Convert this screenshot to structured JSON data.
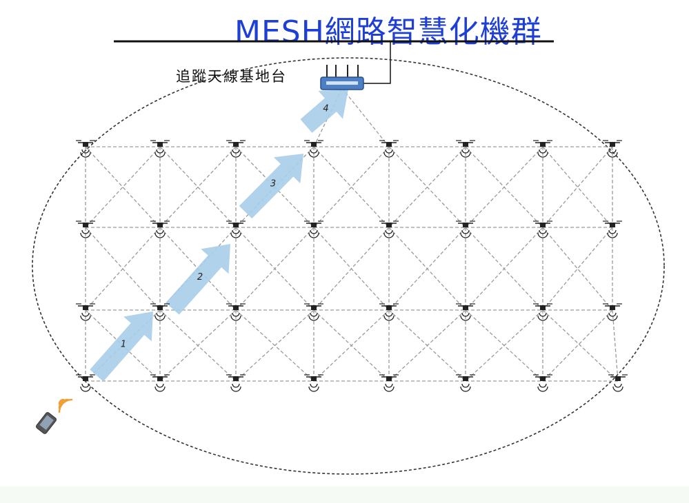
{
  "title": "MESH網路智慧化機群",
  "station_label": "追蹤天線基地台",
  "hops": [
    "1",
    "2",
    "3",
    "4"
  ],
  "icons": {
    "drone": "drone-icon",
    "router": "router-icon",
    "phone": "phone-icon",
    "signal": "wifi-signal-icon"
  },
  "colors": {
    "title": "#1e3fd6",
    "arrow": "#a9cde9",
    "grid_line": "#9a9a9a",
    "ellipse": "#333333",
    "signal": "#f0a030"
  }
}
